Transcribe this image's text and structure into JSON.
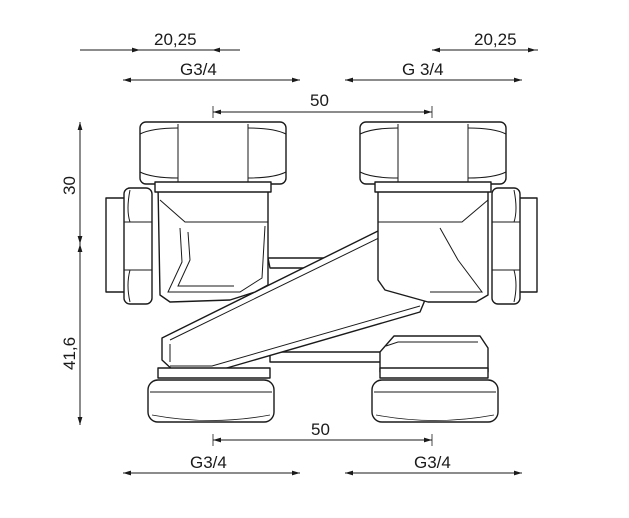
{
  "dimensions": {
    "top_left_thread_width": "20,25",
    "top_right_thread_width": "20,25",
    "top_left_connection": "G3/4",
    "top_right_connection": "G 3/4",
    "top_center_distance": "50",
    "height_upper": "30",
    "height_lower": "41,6",
    "bottom_center_distance": "50",
    "bottom_left_connection": "G3/4",
    "bottom_right_connection": "G3/4"
  }
}
